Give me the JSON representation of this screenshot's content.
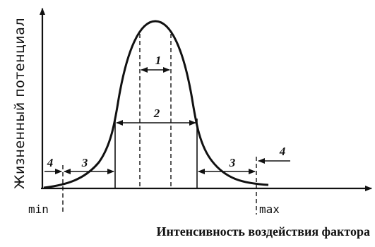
{
  "diagram": {
    "y_axis_label": "Жизненный потенциал",
    "x_axis_label": "Интенсивность воздействия фактора",
    "min_label": "min",
    "max_label": "max",
    "zone_labels": {
      "optimum": "1",
      "normal": "2",
      "pessimum_left": "3",
      "pessimum_right": "3",
      "limit_left": "4",
      "limit_right": "4"
    },
    "colors": {
      "line": "#111111",
      "background": "#ffffff"
    }
  }
}
